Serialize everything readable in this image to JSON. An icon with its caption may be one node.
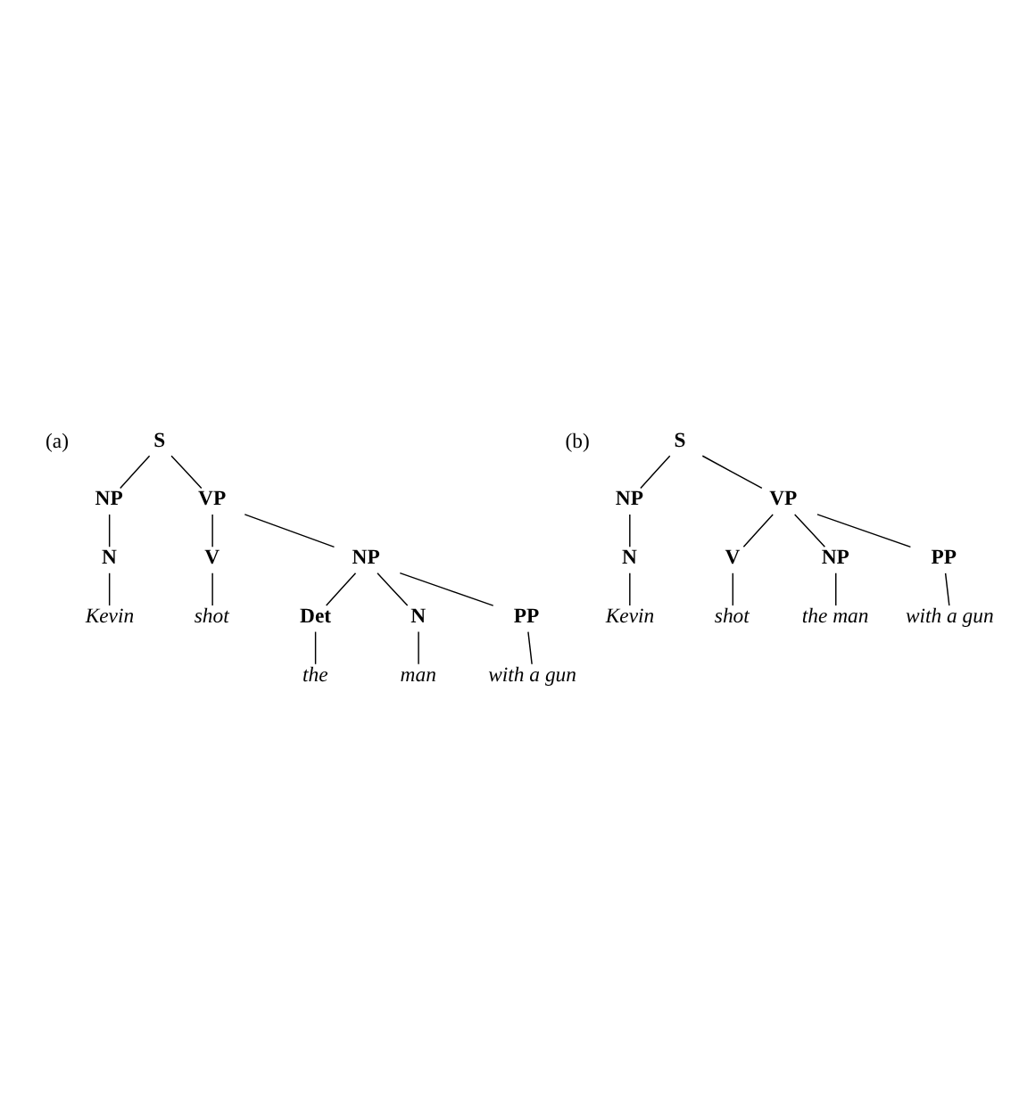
{
  "diagram": {
    "nodes": [
      {
        "text": [
          "S"
        ]
      },
      {
        "text": [
          "NP"
        ]
      },
      {
        "text": [
          "VP"
        ]
      },
      {
        "text": [
          "N"
        ]
      },
      {
        "text": [
          "Kevin"
        ]
      },
      {
        "text": [
          "V"
        ]
      },
      {
        "text": [
          "NP"
        ]
      },
      {
        "text": [
          "shot"
        ]
      },
      {
        "text": [
          "Det"
        ]
      },
      {
        "text": [
          "N"
        ]
      },
      {
        "text": [
          "PP"
        ]
      },
      {
        "text": [
          "the"
        ]
      },
      {
        "text": [
          "man"
        ]
      },
      {
        "text": [
          "with a gun"
        ]
      },
      {
        "text": [
          "S"
        ]
      },
      {
        "text": [
          "NP"
        ]
      },
      {
        "text": [
          "VP"
        ]
      },
      {
        "text": [
          "N"
        ]
      },
      {
        "text": [
          "Kevin"
        ]
      },
      {
        "text": [
          "V"
        ]
      },
      {
        "text": [
          "NP"
        ]
      },
      {
        "text": [
          "PP"
        ]
      },
      {
        "text": [
          "shot"
        ]
      },
      {
        "text": [
          "the man"
        ]
      },
      {
        "text": [
          "with a gun"
        ]
      }
    ],
    "edges": [
      {
        "from": 0,
        "to": 1,
        "arrow": "none"
      },
      {
        "from": 0,
        "to": 2,
        "arrow": "none"
      },
      {
        "from": 1,
        "to": 3,
        "arrow": "none"
      },
      {
        "from": 3,
        "to": 4,
        "arrow": "none"
      },
      {
        "from": 2,
        "to": 5,
        "arrow": "none"
      },
      {
        "from": 2,
        "to": 6,
        "arrow": "none"
      },
      {
        "from": 5,
        "to": 7,
        "arrow": "none"
      },
      {
        "from": 6,
        "to": 8,
        "arrow": "none"
      },
      {
        "from": 6,
        "to": 9,
        "arrow": "none"
      },
      {
        "from": 6,
        "to": 10,
        "arrow": "none"
      },
      {
        "from": 8,
        "to": 11,
        "arrow": "none"
      },
      {
        "from": 9,
        "to": 12,
        "arrow": "none"
      },
      {
        "from": 10,
        "to": 13,
        "arrow": "none"
      },
      {
        "from": 14,
        "to": 15,
        "arrow": "none"
      },
      {
        "from": 14,
        "to": 16,
        "arrow": "none"
      },
      {
        "from": 15,
        "to": 17,
        "arrow": "none"
      },
      {
        "from": 17,
        "to": 18,
        "arrow": "none"
      },
      {
        "from": 16,
        "to": 19,
        "arrow": "none"
      },
      {
        "from": 16,
        "to": 20,
        "arrow": "none"
      },
      {
        "from": 16,
        "to": 21,
        "arrow": "none"
      },
      {
        "from": 19,
        "to": 22,
        "arrow": "none"
      },
      {
        "from": 20,
        "to": 23,
        "arrow": "none"
      },
      {
        "from": 21,
        "to": 24,
        "arrow": "none"
      }
    ],
    "labels": [
      "(a)",
      "(b)"
    ]
  }
}
